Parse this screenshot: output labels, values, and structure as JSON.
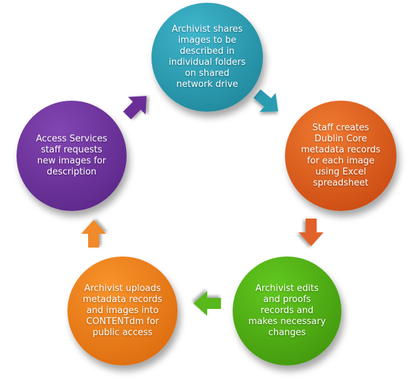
{
  "diagram": {
    "type": "cycle",
    "steps": [
      {
        "id": "share",
        "text": "Archivist shares\nimages to be\ndescribed in\nindividual folders\non shared\nnetwork drive",
        "color_light": "#3fb6cc",
        "color_dark": "#1a7f93"
      },
      {
        "id": "create",
        "text": "Staff creates\nDublin Core\nmetadata records\nfor each image\nusing Excel\nspreadsheet",
        "color_light": "#f07a30",
        "color_dark": "#c3420d"
      },
      {
        "id": "edit",
        "text": "Archivist edits\nand proofs\nrecords and\nmakes necessary\nchanges",
        "color_light": "#62c81f",
        "color_dark": "#3c8f0a"
      },
      {
        "id": "upload",
        "text": "Archivist uploads\nmetadata records\nand images into\nCONTENTdm for\npublic access",
        "color_light": "#f8932a",
        "color_dark": "#d8650a"
      },
      {
        "id": "request",
        "text": "Access Services\nstaff requests\nnew images for\ndescription",
        "color_light": "#8345b2",
        "color_dark": "#552282"
      }
    ],
    "arrows": [
      {
        "from": "share",
        "to": "create",
        "color": "#2a9cb2"
      },
      {
        "from": "create",
        "to": "edit",
        "color": "#e0622a"
      },
      {
        "from": "edit",
        "to": "upload",
        "color": "#58b81e"
      },
      {
        "from": "upload",
        "to": "request",
        "color": "#f08a2a"
      },
      {
        "from": "request",
        "to": "share",
        "color": "#6a2d96"
      }
    ]
  }
}
